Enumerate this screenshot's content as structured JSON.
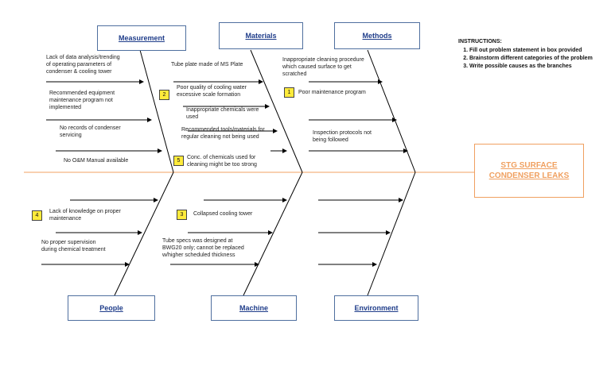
{
  "instructions": {
    "title": "INSTRUCTIONS:",
    "items": [
      "Fill out problem statement in box provided",
      "Brainstorm different categories of the problem",
      "Write possible causes as the branches"
    ]
  },
  "problem": "STG SURFACE\nCONDENSER LEAKS",
  "categories": {
    "measurement": "Measurement",
    "materials": "Materials",
    "methods": "Methods",
    "people": "People",
    "machine": "Machine",
    "environment": "Environment"
  },
  "causes": {
    "measurement_1": "Lack of data analysis/trending\nof operating parameters of\ncondenser & cooling tower",
    "measurement_2": "Recommended equipment\nmaintenance program not\nimplemented",
    "measurement_3": "No records of condenser\nservicing",
    "measurement_4": "No O&M Manual available",
    "materials_1": "Tube plate made of MS Plate",
    "materials_2": "Poor quality of cooling water\nexcessive scale formation",
    "materials_3": "Inappropriate chemicals were\nused",
    "materials_4": "Recommended tools/materials for\nregular cleaning not being used",
    "materials_5": "Conc. of chemicals used for\ncleaning might be too strong",
    "methods_1": "Inappropriate cleaning procedure\nwhich caused surface to get\nscratched",
    "methods_2": "Poor maintenance program",
    "methods_3": "Inspection protocols not\nbeing followed",
    "people_1": "Lack of knowledge on proper\nmaintenance",
    "people_2": "No proper supervision\nduring chemical treatment",
    "machine_1": "Collapsed cooling tower",
    "machine_2": "Tube specs was designed at\nBWG20 only; cannot be replaced\nw/higher scheduled thickness"
  },
  "ranks": {
    "r1": "1",
    "r2": "2",
    "r3": "3",
    "r4": "4",
    "r5": "5"
  },
  "colors": {
    "spine": "#f0a060",
    "bones": "#000000",
    "category_border": "#4f6f9f",
    "category_text": "#1f3d8a",
    "rank_fill": "#ffeb3b"
  }
}
